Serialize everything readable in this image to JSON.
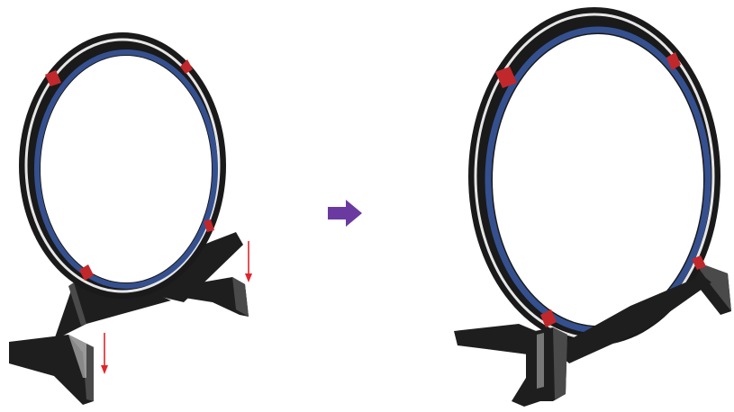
{
  "figure": {
    "panels": [
      {
        "state": "before",
        "parts": [
          "ring",
          "stand-base",
          "side-foot",
          "front-foot",
          "insert-arrows"
        ]
      },
      {
        "state": "after",
        "parts": [
          "ring",
          "stand-base",
          "side-foot",
          "front-foot"
        ]
      }
    ],
    "transition": "arrow-right"
  },
  "colors": {
    "ring_body": "#1a1a1a",
    "ring_stripe": "#e6e6e6",
    "ring_inner": "#35508f",
    "stand": "#1e1e1e",
    "stand_highlight": "#4a4a4a",
    "marker": "#c0282c",
    "insert_arrow": "#e0262b",
    "transition_arrow": "#6b3aa0"
  }
}
